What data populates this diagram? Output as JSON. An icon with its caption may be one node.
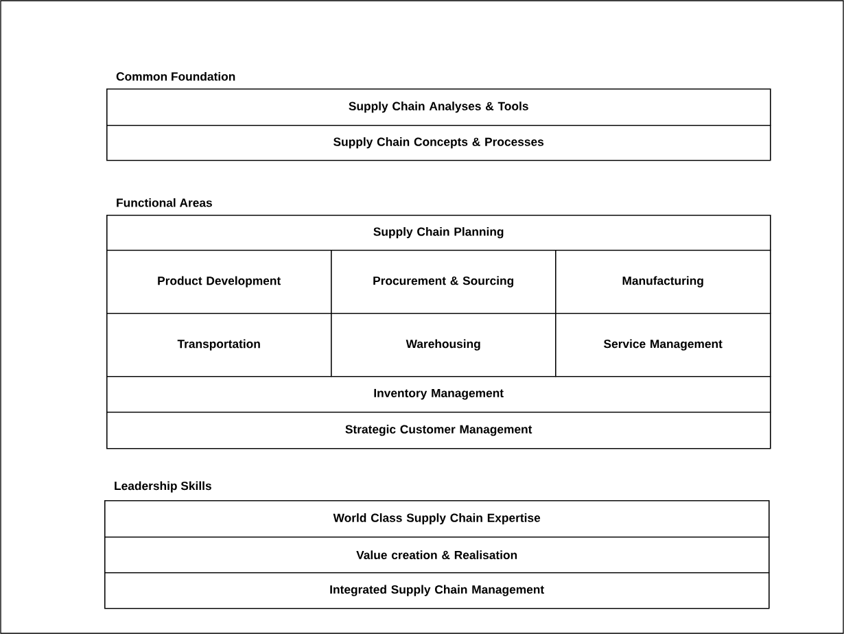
{
  "diagram": {
    "nodes": [
      {
        "text": [
          "Common Foundation"
        ]
      },
      {
        "text": [
          "Supply Chain Analyses & Tools"
        ],
        "in": 0
      },
      {
        "text": [
          "Supply Chain Concepts & Processes"
        ],
        "in": 0
      },
      {
        "text": [
          "Functional Areas"
        ]
      },
      {
        "text": [
          "Supply Chain Planning"
        ],
        "in": 3
      },
      {
        "text": [
          "Product Development"
        ],
        "in": 3
      },
      {
        "text": [
          "Procurement & Sourcing"
        ],
        "in": 3
      },
      {
        "text": [
          "Manufacturing"
        ],
        "in": 3
      },
      {
        "text": [
          "Transportation"
        ],
        "in": 3
      },
      {
        "text": [
          "Warehousing"
        ],
        "in": 3
      },
      {
        "text": [
          "Service Management"
        ],
        "in": 3
      },
      {
        "text": [
          "Inventory Management"
        ],
        "in": 3
      },
      {
        "text": [
          "Strategic Customer Management"
        ],
        "in": 3
      },
      {
        "text": [
          "Leadership Skills"
        ]
      },
      {
        "text": [
          "World Class  Supply Chain Expertise"
        ],
        "in": 13
      },
      {
        "text": [
          "Value creation & Realisation"
        ],
        "in": 13
      },
      {
        "text": [
          "Integrated Supply Chain Management"
        ],
        "in": 13
      }
    ]
  }
}
